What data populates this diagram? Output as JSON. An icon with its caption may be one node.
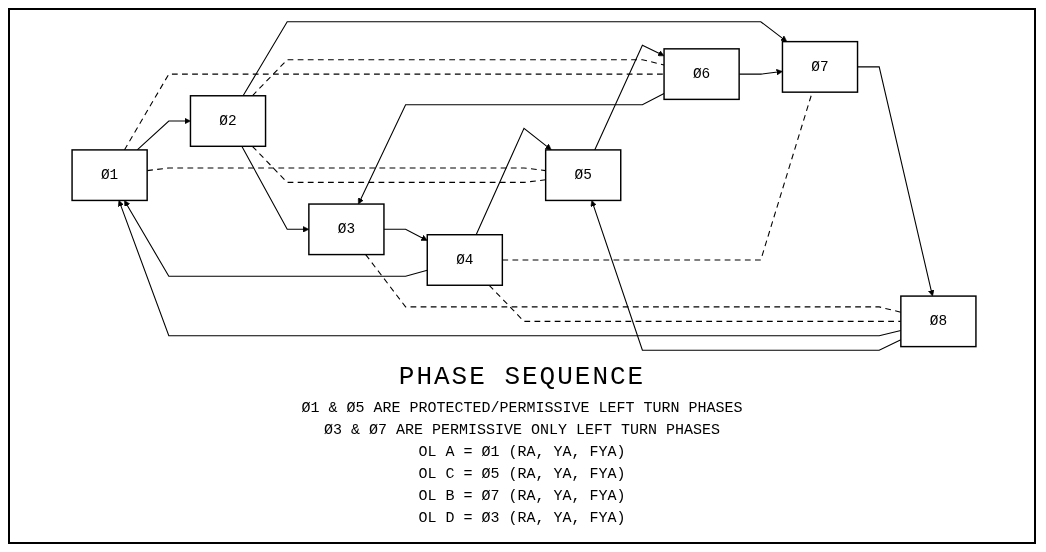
{
  "diagram": {
    "title": "PHASE SEQUENCE",
    "nodes": [
      {
        "text": [
          "Ø1"
        ]
      },
      {
        "text": [
          "Ø2"
        ]
      },
      {
        "text": [
          "Ø3"
        ]
      },
      {
        "text": [
          "Ø4"
        ]
      },
      {
        "text": [
          "Ø5"
        ]
      },
      {
        "text": [
          "Ø6"
        ]
      },
      {
        "text": [
          "Ø7"
        ]
      },
      {
        "text": [
          "Ø8"
        ]
      }
    ],
    "edges": [
      {
        "from": 0,
        "to": 1,
        "arrow": "to"
      },
      {
        "from": 4,
        "to": 5,
        "arrow": "to"
      },
      {
        "from": 1,
        "to": 2,
        "arrow": "to"
      },
      {
        "from": 1,
        "to": 6,
        "arrow": "to"
      },
      {
        "from": 5,
        "to": 2,
        "arrow": "to"
      },
      {
        "from": 5,
        "to": 6,
        "arrow": "to"
      },
      {
        "from": 2,
        "to": 3,
        "arrow": "to"
      },
      {
        "from": 6,
        "to": 7,
        "arrow": "to"
      },
      {
        "from": 3,
        "to": 0,
        "arrow": "to"
      },
      {
        "from": 3,
        "to": 4,
        "arrow": "to"
      },
      {
        "from": 7,
        "to": 0,
        "arrow": "to"
      },
      {
        "from": 7,
        "to": 4,
        "arrow": "to"
      },
      {
        "from": 0,
        "to": 4,
        "arrow": "none",
        "style": "dashed"
      },
      {
        "from": 1,
        "to": 5,
        "arrow": "none",
        "style": "dashed"
      },
      {
        "from": 0,
        "to": 5,
        "arrow": "none",
        "style": "dashed"
      },
      {
        "from": 1,
        "to": 4,
        "arrow": "none",
        "style": "dashed"
      },
      {
        "from": 2,
        "to": 7,
        "arrow": "none",
        "style": "dashed"
      },
      {
        "from": 3,
        "to": 6,
        "arrow": "none",
        "style": "dashed"
      },
      {
        "from": 3,
        "to": 7,
        "arrow": "none",
        "style": "dashed"
      }
    ],
    "labels": [
      "Ø1 & Ø5 ARE PROTECTED/PERMISSIVE LEFT TURN PHASES",
      "Ø3 & Ø7 ARE PERMISSIVE ONLY LEFT TURN PHASES",
      "OL A = Ø1 (RA, YA, FYA)",
      "OL C = Ø5 (RA, YA, FYA)",
      "OL B = Ø7 (RA, YA, FYA)",
      "OL D = Ø3 (RA, YA, FYA)"
    ]
  }
}
